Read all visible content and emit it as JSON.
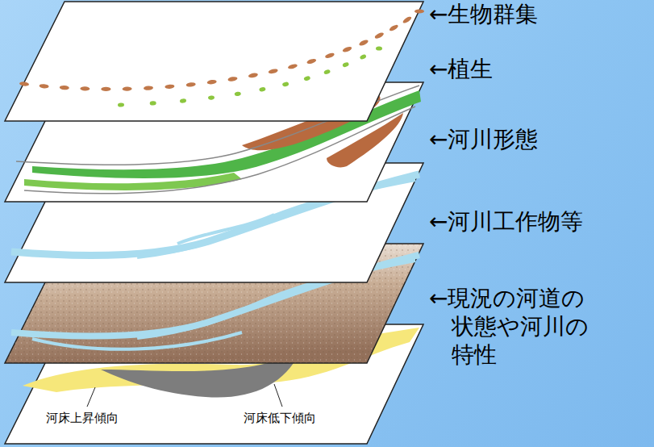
{
  "diagram": {
    "labels": [
      "←生物群集",
      "←植生",
      "←河川形態",
      "←河川工作物等",
      "←現況の河道の状態や河川の特性",
      "河床上昇傾向",
      "河床低下傾向"
    ]
  }
}
